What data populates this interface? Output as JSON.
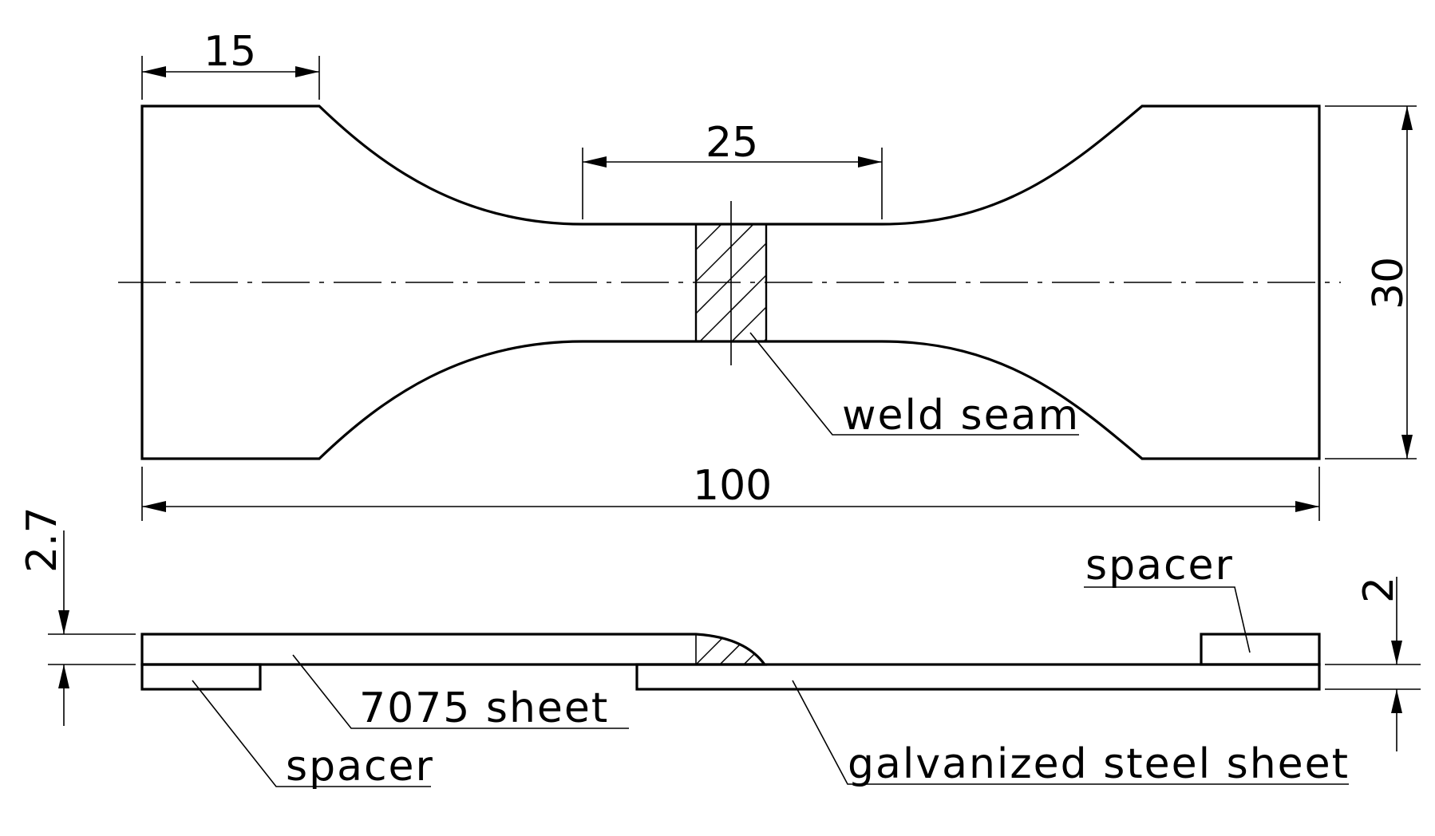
{
  "dimensions": {
    "grip_length": "15",
    "gauge_length": "25",
    "width": "30",
    "total_length": "100",
    "total_thickness": "2.7",
    "spacer_thickness": "2"
  },
  "labels": {
    "weld_seam": "weld seam",
    "spacer_top": "spacer",
    "sheet_7075": "7075 sheet",
    "spacer_bottom": "spacer",
    "steel_sheet": "galvanized steel sheet"
  }
}
